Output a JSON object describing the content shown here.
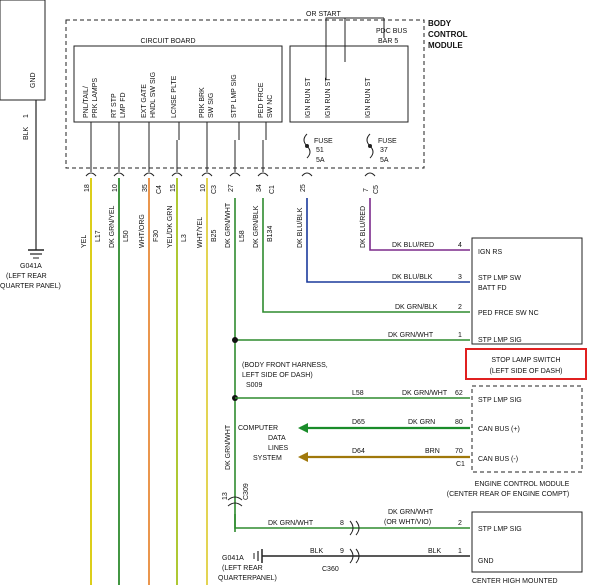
{
  "bcm": {
    "title_lines": [
      "BODY",
      "CONTROL",
      "MODULE"
    ],
    "circuit_board": "CIRCUIT BOARD",
    "or_start": "OR START",
    "pdc_lines": [
      "PDC BUS",
      "BAR 5"
    ],
    "pin_labels": [
      "PNL/TAIL/\nPRK LAMPS",
      "RT STP\nLMP FD",
      "EXT GATE\nHNDL SW SIG",
      "LCNSE PLTE",
      "PRK BRK\nSW SIG",
      "STP LMP SIG",
      "PED FRCE\nSW NC",
      "IGN RUN ST",
      "IGN RUN ST",
      "IGN RUN ST"
    ],
    "fuse_a": [
      "FUSE",
      "51",
      "5A"
    ],
    "fuse_b": [
      "FUSE",
      "37",
      "5A"
    ],
    "gnd_label": "GND"
  },
  "wires": [
    {
      "pin": "18",
      "circuit": "L17",
      "color": "YEL",
      "hex": "#d8c800"
    },
    {
      "pin": "10",
      "circuit": "L50",
      "color": "DK GRN/YEL",
      "hex": "#2e8b2e"
    },
    {
      "pin": "35",
      "circuit": "F30",
      "color": "WHT/ORG",
      "hex": "#e88a3a"
    },
    {
      "pin": "15",
      "circuit": "L3",
      "color": "YEL/DK GRN",
      "hex": "#a6c21e"
    },
    {
      "pin": "10",
      "circuit": "B25",
      "color": "WHT/YEL",
      "hex": "#e0d040"
    },
    {
      "pin": "27",
      "circuit": "L58",
      "color": "DK GRN/WHT",
      "hex": "#2e8b2e"
    },
    {
      "pin": "34",
      "circuit": "B134",
      "color": "DK GRN/BLK",
      "hex": "#2e8b2e"
    },
    {
      "pin": "25",
      "circuit": "",
      "color": "DK BLU/BLK",
      "hex": "#1a3a9c"
    },
    {
      "pin": "7",
      "circuit": "",
      "color": "DK BLU/RED",
      "hex": "#7b2a8a"
    }
  ],
  "connectors": [
    "C4",
    "C3",
    "C1",
    "C5"
  ],
  "left_ground": {
    "pin": "1",
    "wire": "BLK",
    "id": "G041A",
    "location": [
      "(LEFT REAR",
      "QUARTER PANEL)"
    ]
  },
  "stop_lamp_switch": {
    "pins": [
      {
        "pin": "4",
        "wire": "DK BLU/RED",
        "label": "IGN RS"
      },
      {
        "pin": "3",
        "wire": "DK BLU/BLK",
        "label": "STP LMP SW\nBATT FD"
      },
      {
        "pin": "2",
        "wire": "DK GRN/BLK",
        "label": "PED FRCE SW NC"
      },
      {
        "pin": "1",
        "wire": "DK GRN/WHT",
        "label": "STP LMP SIG"
      }
    ],
    "name_lines": [
      "STOP LAMP SWITCH",
      "(LEFT SIDE OF DASH)"
    ],
    "highlight": "#e02020"
  },
  "splice": {
    "id": "S009",
    "note": [
      "(BODY FRONT HARNESS,",
      "LEFT SIDE OF DASH)"
    ],
    "vertical_wire": "DK GRN/WHT"
  },
  "ecm": {
    "pins": [
      {
        "pin": "62",
        "circuit": "L58",
        "wire": "DK GRN/WHT",
        "label": "STP LMP SIG"
      },
      {
        "pin": "80",
        "circuit": "D65",
        "wire": "DK GRN",
        "label": "CAN BUS (+)"
      },
      {
        "pin": "70",
        "circuit": "D64",
        "wire": "BRN",
        "label": "CAN BUS (-)"
      }
    ],
    "connector": "C1",
    "name_lines": [
      "ENGINE CONTROL MODULE",
      "(CENTER REAR OF ENGINE COMPT)"
    ],
    "data_lines": [
      "COMPUTER",
      "DATA",
      "LINES",
      "SYSTEM"
    ],
    "can_plus_hex": "#1a8c2a",
    "can_minus_hex": "#a0780a"
  },
  "c309": {
    "id": "C309",
    "pin": "13"
  },
  "chmsl": {
    "pins": [
      {
        "pin": "8",
        "wire_left": "DK GRN/WHT",
        "wire_right": "DK GRN/WHT",
        "alt": "(OR WHT/VIO)",
        "label": "STP LMP SIG"
      },
      {
        "pin": "9",
        "wire_left": "BLK",
        "wire_right": "BLK",
        "label": "GND"
      }
    ],
    "pin2": "2",
    "pin1": "1",
    "connector": "C360",
    "name": "CENTER HIGH MOUNTED",
    "ground_id": "G041A",
    "ground_location": [
      "(LEFT REAR",
      "QUARTERPANEL)"
    ]
  }
}
